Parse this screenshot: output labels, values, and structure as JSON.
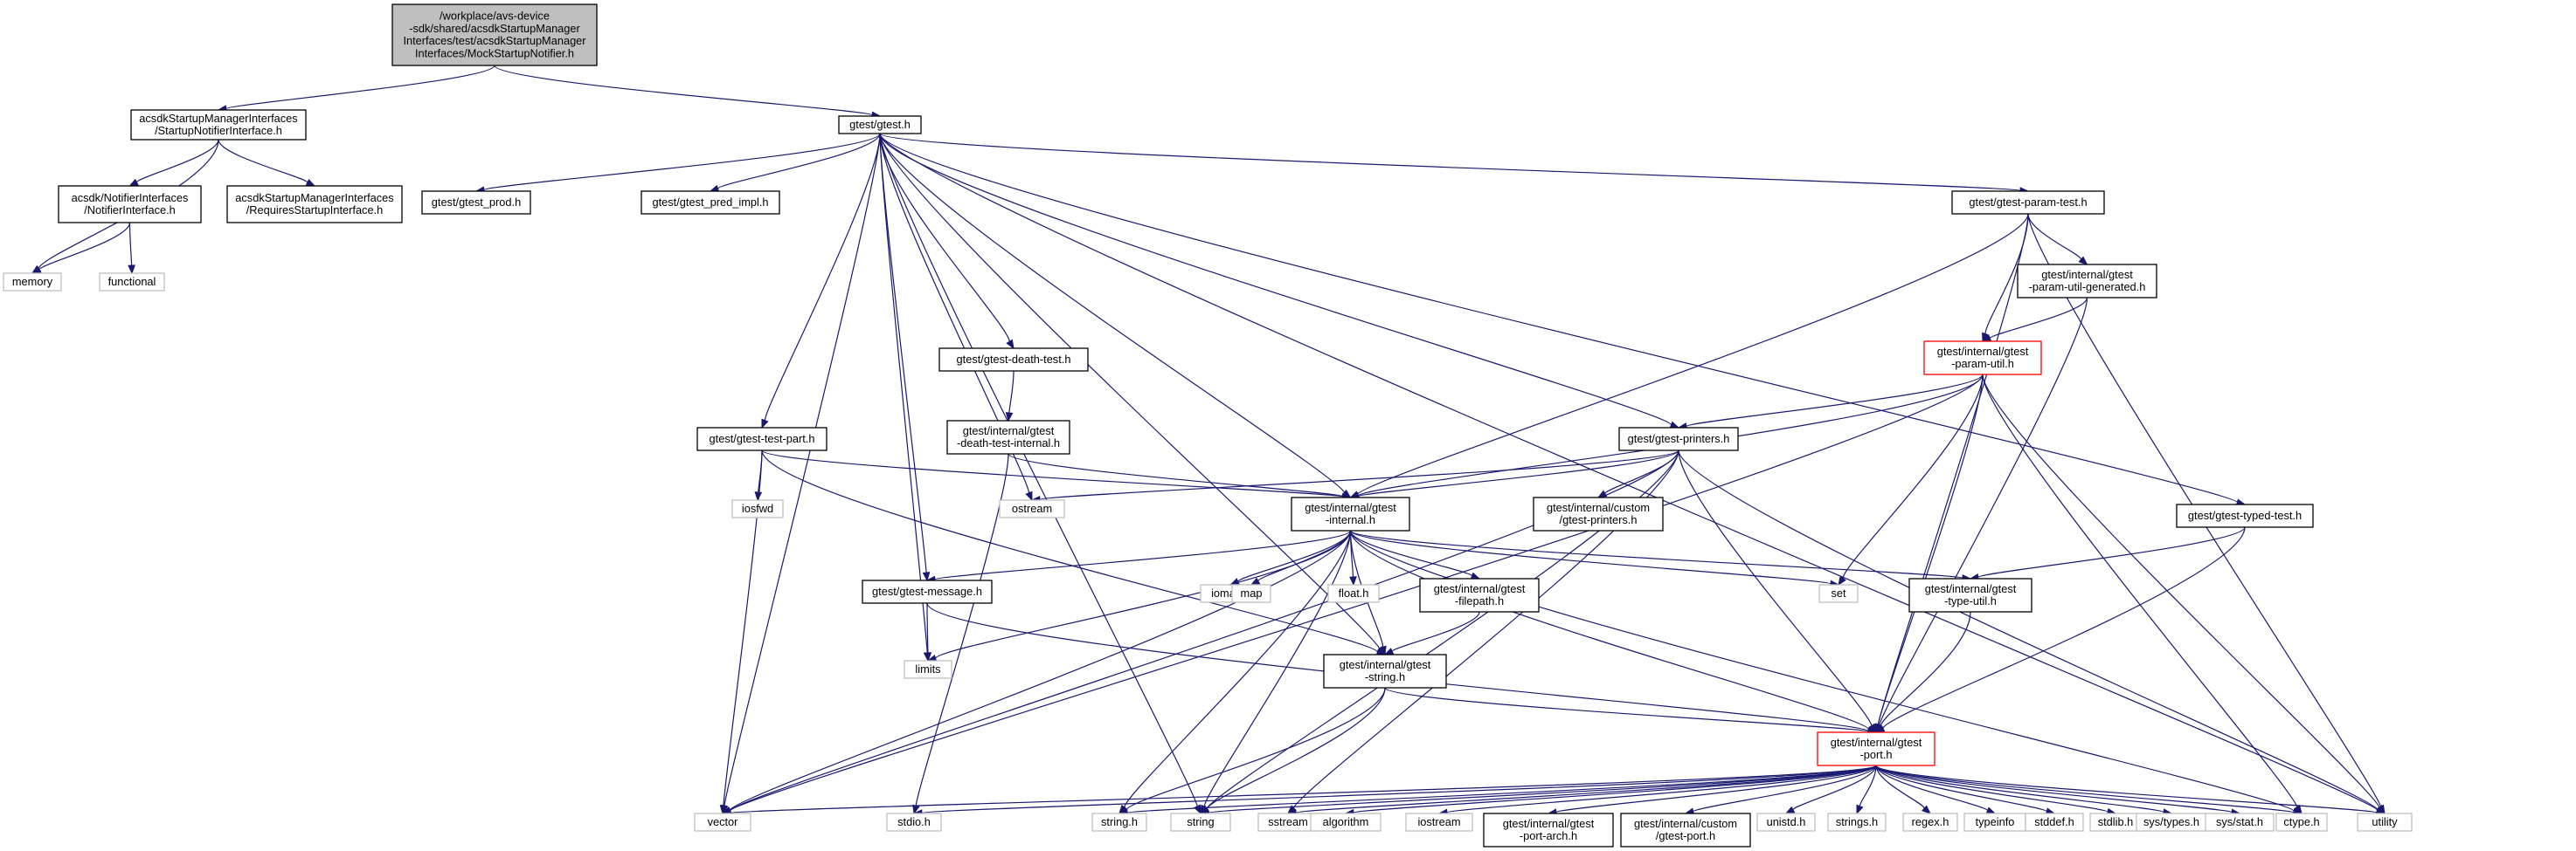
{
  "diagram": {
    "kind": "include-dependency-graph",
    "colors": {
      "edge": "#191970",
      "normal_border": "#000000",
      "system_border": "#bfbfbf",
      "truncated_border": "#ff0000",
      "root_fill": "#bfbfbf"
    },
    "nodes": [
      {
        "id": "root",
        "style": "root",
        "lines": [
          "/workplace/avs-device",
          "-sdk/shared/acsdkStartupManager",
          "Interfaces/test/acsdkStartupManager",
          "Interfaces/MockStartupNotifier.h"
        ]
      },
      {
        "id": "startupnotifier",
        "style": "normal",
        "lines": [
          "acsdkStartupManagerInterfaces",
          "/StartupNotifierInterface.h"
        ]
      },
      {
        "id": "gtest",
        "style": "normal",
        "lines": [
          "gtest/gtest.h"
        ]
      },
      {
        "id": "notifierif",
        "style": "normal",
        "lines": [
          "acsdk/NotifierInterfaces",
          "/NotifierInterface.h"
        ]
      },
      {
        "id": "requiresstartup",
        "style": "normal",
        "lines": [
          "acsdkStartupManagerInterfaces",
          "/RequiresStartupInterface.h"
        ]
      },
      {
        "id": "memory",
        "style": "sys",
        "lines": [
          "memory"
        ]
      },
      {
        "id": "functional",
        "style": "sys",
        "lines": [
          "functional"
        ]
      },
      {
        "id": "gtest_prod",
        "style": "normal",
        "lines": [
          "gtest/gtest_prod.h"
        ]
      },
      {
        "id": "gtest_pred_impl",
        "style": "normal",
        "lines": [
          "gtest/gtest_pred_impl.h"
        ]
      },
      {
        "id": "param_test",
        "style": "normal",
        "lines": [
          "gtest/gtest-param-test.h"
        ]
      },
      {
        "id": "param_util_gen",
        "style": "normal",
        "lines": [
          "gtest/internal/gtest",
          "-param-util-generated.h"
        ]
      },
      {
        "id": "param_util",
        "style": "trunc",
        "lines": [
          "gtest/internal/gtest",
          "-param-util.h"
        ]
      },
      {
        "id": "death_test",
        "style": "normal",
        "lines": [
          "gtest/gtest-death-test.h"
        ]
      },
      {
        "id": "death_test_internal",
        "style": "normal",
        "lines": [
          "gtest/internal/gtest",
          "-death-test-internal.h"
        ]
      },
      {
        "id": "test_part",
        "style": "normal",
        "lines": [
          "gtest/gtest-test-part.h"
        ]
      },
      {
        "id": "iosfwd",
        "style": "sys",
        "lines": [
          "iosfwd"
        ]
      },
      {
        "id": "printers",
        "style": "normal",
        "lines": [
          "gtest/gtest-printers.h"
        ]
      },
      {
        "id": "ostream",
        "style": "sys",
        "lines": [
          "ostream"
        ]
      },
      {
        "id": "gtest_internal",
        "style": "normal",
        "lines": [
          "gtest/internal/gtest",
          "-internal.h"
        ]
      },
      {
        "id": "custom_printers",
        "style": "normal",
        "lines": [
          "gtest/internal/custom",
          "/gtest-printers.h"
        ]
      },
      {
        "id": "typed_test",
        "style": "normal",
        "lines": [
          "gtest/gtest-typed-test.h"
        ]
      },
      {
        "id": "message",
        "style": "normal",
        "lines": [
          "gtest/gtest-message.h"
        ]
      },
      {
        "id": "iomanip",
        "style": "sys",
        "lines": [
          "iomanip"
        ]
      },
      {
        "id": "map",
        "style": "sys",
        "lines": [
          "map"
        ]
      },
      {
        "id": "float_h",
        "style": "sys",
        "lines": [
          "float.h"
        ]
      },
      {
        "id": "filepath",
        "style": "normal",
        "lines": [
          "gtest/internal/gtest",
          "-filepath.h"
        ]
      },
      {
        "id": "set",
        "style": "sys",
        "lines": [
          "set"
        ]
      },
      {
        "id": "type_util",
        "style": "normal",
        "lines": [
          "gtest/internal/gtest",
          "-type-util.h"
        ]
      },
      {
        "id": "limits",
        "style": "sys",
        "lines": [
          "limits"
        ]
      },
      {
        "id": "gstring",
        "style": "normal",
        "lines": [
          "gtest/internal/gtest",
          "-string.h"
        ]
      },
      {
        "id": "port",
        "style": "trunc",
        "lines": [
          "gtest/internal/gtest",
          "-port.h"
        ]
      },
      {
        "id": "vector",
        "style": "sys",
        "lines": [
          "vector"
        ]
      },
      {
        "id": "stdio_h",
        "style": "sys",
        "lines": [
          "stdio.h"
        ]
      },
      {
        "id": "string_h",
        "style": "sys",
        "lines": [
          "string.h"
        ]
      },
      {
        "id": "string",
        "style": "sys",
        "lines": [
          "string"
        ]
      },
      {
        "id": "sstream",
        "style": "sys",
        "lines": [
          "sstream"
        ]
      },
      {
        "id": "algorithm",
        "style": "sys",
        "lines": [
          "algorithm"
        ]
      },
      {
        "id": "iostream",
        "style": "sys",
        "lines": [
          "iostream"
        ]
      },
      {
        "id": "port_arch",
        "style": "normal",
        "lines": [
          "gtest/internal/gtest",
          "-port-arch.h"
        ]
      },
      {
        "id": "custom_port",
        "style": "normal",
        "lines": [
          "gtest/internal/custom",
          "/gtest-port.h"
        ]
      },
      {
        "id": "unistd_h",
        "style": "sys",
        "lines": [
          "unistd.h"
        ]
      },
      {
        "id": "strings_h",
        "style": "sys",
        "lines": [
          "strings.h"
        ]
      },
      {
        "id": "regex_h",
        "style": "sys",
        "lines": [
          "regex.h"
        ]
      },
      {
        "id": "typeinfo",
        "style": "sys",
        "lines": [
          "typeinfo"
        ]
      },
      {
        "id": "stddef_h",
        "style": "sys",
        "lines": [
          "stddef.h"
        ]
      },
      {
        "id": "stdlib_h",
        "style": "sys",
        "lines": [
          "stdlib.h"
        ]
      },
      {
        "id": "sys_types_h",
        "style": "sys",
        "lines": [
          "sys/types.h"
        ]
      },
      {
        "id": "sys_stat_h",
        "style": "sys",
        "lines": [
          "sys/stat.h"
        ]
      },
      {
        "id": "ctype_h",
        "style": "sys",
        "lines": [
          "ctype.h"
        ]
      },
      {
        "id": "utility",
        "style": "sys",
        "lines": [
          "utility"
        ]
      }
    ],
    "edges": [
      [
        "root",
        "startupnotifier"
      ],
      [
        "root",
        "gtest"
      ],
      [
        "startupnotifier",
        "memory"
      ],
      [
        "startupnotifier",
        "notifierif"
      ],
      [
        "startupnotifier",
        "requiresstartup"
      ],
      [
        "notifierif",
        "memory"
      ],
      [
        "notifierif",
        "functional"
      ],
      [
        "gtest",
        "vector"
      ],
      [
        "gtest",
        "limits"
      ],
      [
        "gtest",
        "message"
      ],
      [
        "gtest",
        "gtest_prod"
      ],
      [
        "gtest",
        "gtest_pred_impl"
      ],
      [
        "gtest",
        "test_part"
      ],
      [
        "gtest",
        "ostream"
      ],
      [
        "gtest",
        "death_test"
      ],
      [
        "gtest",
        "gtest_internal"
      ],
      [
        "gtest",
        "gstring"
      ],
      [
        "gtest",
        "string"
      ],
      [
        "gtest",
        "printers"
      ],
      [
        "gtest",
        "param_test"
      ],
      [
        "gtest",
        "typed_test"
      ],
      [
        "gtest",
        "utility"
      ],
      [
        "param_test",
        "param_util_gen"
      ],
      [
        "param_test",
        "param_util"
      ],
      [
        "param_test",
        "gtest_internal"
      ],
      [
        "param_test",
        "port"
      ],
      [
        "param_test",
        "utility"
      ],
      [
        "param_util_gen",
        "param_util"
      ],
      [
        "param_util_gen",
        "port"
      ],
      [
        "param_util",
        "vector"
      ],
      [
        "param_util",
        "gtest_internal"
      ],
      [
        "param_util",
        "printers"
      ],
      [
        "param_util",
        "set"
      ],
      [
        "param_util",
        "port"
      ],
      [
        "param_util",
        "ctype_h"
      ],
      [
        "param_util",
        "utility"
      ],
      [
        "death_test",
        "death_test_internal"
      ],
      [
        "death_test_internal",
        "gtest_internal"
      ],
      [
        "death_test_internal",
        "stdio_h"
      ],
      [
        "test_part",
        "iosfwd"
      ],
      [
        "test_part",
        "gtest_internal"
      ],
      [
        "test_part",
        "gstring"
      ],
      [
        "test_part",
        "vector"
      ],
      [
        "printers",
        "ostream"
      ],
      [
        "printers",
        "gtest_internal"
      ],
      [
        "printers",
        "custom_printers"
      ],
      [
        "printers",
        "sstream"
      ],
      [
        "printers",
        "string"
      ],
      [
        "printers",
        "port"
      ],
      [
        "printers",
        "vector"
      ],
      [
        "printers",
        "utility"
      ],
      [
        "gtest_internal",
        "message"
      ],
      [
        "gtest_internal",
        "iomanip"
      ],
      [
        "gtest_internal",
        "map"
      ],
      [
        "gtest_internal",
        "float_h"
      ],
      [
        "gtest_internal",
        "filepath"
      ],
      [
        "gtest_internal",
        "set"
      ],
      [
        "gtest_internal",
        "type_util"
      ],
      [
        "gtest_internal",
        "limits"
      ],
      [
        "gtest_internal",
        "gstring"
      ],
      [
        "gtest_internal",
        "port"
      ],
      [
        "gtest_internal",
        "vector"
      ],
      [
        "gtest_internal",
        "string_h"
      ],
      [
        "gtest_internal",
        "string"
      ],
      [
        "gtest_internal",
        "ctype_h"
      ],
      [
        "typed_test",
        "type_util"
      ],
      [
        "typed_test",
        "port"
      ],
      [
        "type_util",
        "port"
      ],
      [
        "message",
        "limits"
      ],
      [
        "message",
        "port"
      ],
      [
        "filepath",
        "gstring"
      ],
      [
        "gstring",
        "port"
      ],
      [
        "gstring",
        "string_h"
      ],
      [
        "gstring",
        "string"
      ],
      [
        "port",
        "vector"
      ],
      [
        "port",
        "stdio_h"
      ],
      [
        "port",
        "string_h"
      ],
      [
        "port",
        "string"
      ],
      [
        "port",
        "sstream"
      ],
      [
        "port",
        "algorithm"
      ],
      [
        "port",
        "iostream"
      ],
      [
        "port",
        "port_arch"
      ],
      [
        "port",
        "custom_port"
      ],
      [
        "port",
        "unistd_h"
      ],
      [
        "port",
        "strings_h"
      ],
      [
        "port",
        "regex_h"
      ],
      [
        "port",
        "typeinfo"
      ],
      [
        "port",
        "stddef_h"
      ],
      [
        "port",
        "stdlib_h"
      ],
      [
        "port",
        "sys_types_h"
      ],
      [
        "port",
        "sys_stat_h"
      ],
      [
        "port",
        "ctype_h"
      ],
      [
        "port",
        "utility"
      ]
    ]
  }
}
